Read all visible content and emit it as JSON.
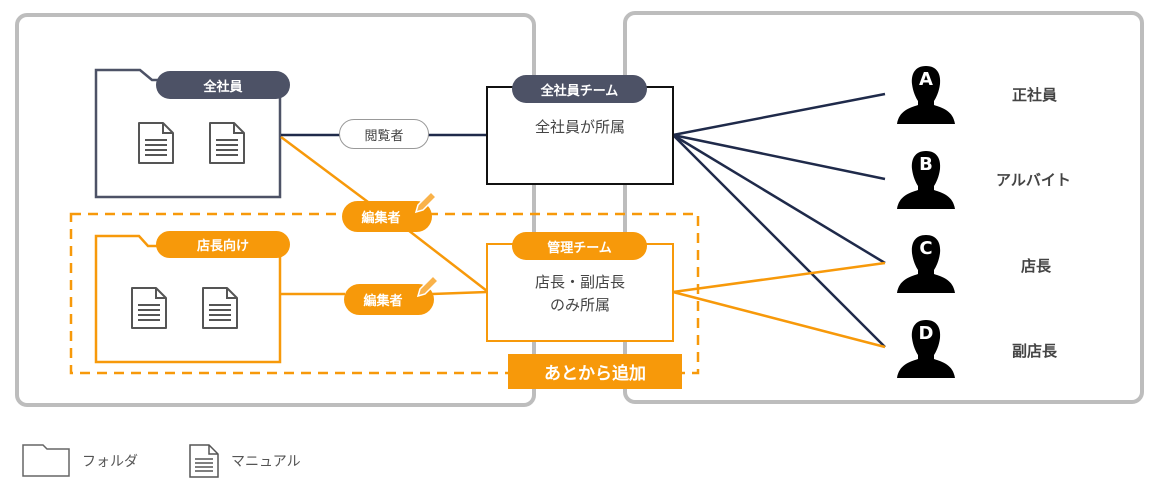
{
  "colors": {
    "dark": "#4d5266",
    "navy": "#1f2a4a",
    "orange": "#f7990a",
    "panel_border": "#bdbdbd",
    "text": "#444444"
  },
  "folders": {
    "all_staff": {
      "label": "全社員",
      "doc_icons": [
        "document-icon",
        "document-icon"
      ]
    },
    "managers": {
      "label": "店長向け",
      "doc_icons": [
        "document-icon",
        "document-icon"
      ]
    }
  },
  "permissions": {
    "viewer": "閲覧者",
    "editor_1": "編集者",
    "editor_2": "編集者"
  },
  "teams": {
    "all_staff_team": {
      "title": "全社員チーム",
      "description": "全社員が所属"
    },
    "management_team": {
      "title": "管理チーム",
      "description_line1": "店長・副店長",
      "description_line2": "のみ所属"
    }
  },
  "added_later_badge": "あとから追加",
  "people": [
    {
      "letter": "A",
      "role": "正社員"
    },
    {
      "letter": "B",
      "role": "アルバイト"
    },
    {
      "letter": "C",
      "role": "店長"
    },
    {
      "letter": "D",
      "role": "副店長"
    }
  ],
  "legend": {
    "folder": "フォルダ",
    "manual": "マニュアル"
  }
}
